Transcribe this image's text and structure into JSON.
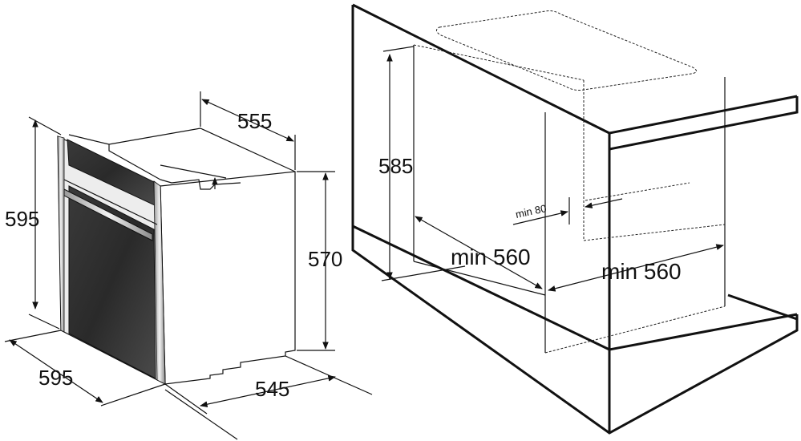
{
  "oven": {
    "height_label": "595",
    "width_label": "595",
    "depth_top_label": "555",
    "body_height_label": "570",
    "depth_bottom_label": "545"
  },
  "niche": {
    "height_label": "585",
    "min_width_label": "min 560",
    "min_depth_label": "min 560",
    "min_gap_label": "min 80"
  }
}
